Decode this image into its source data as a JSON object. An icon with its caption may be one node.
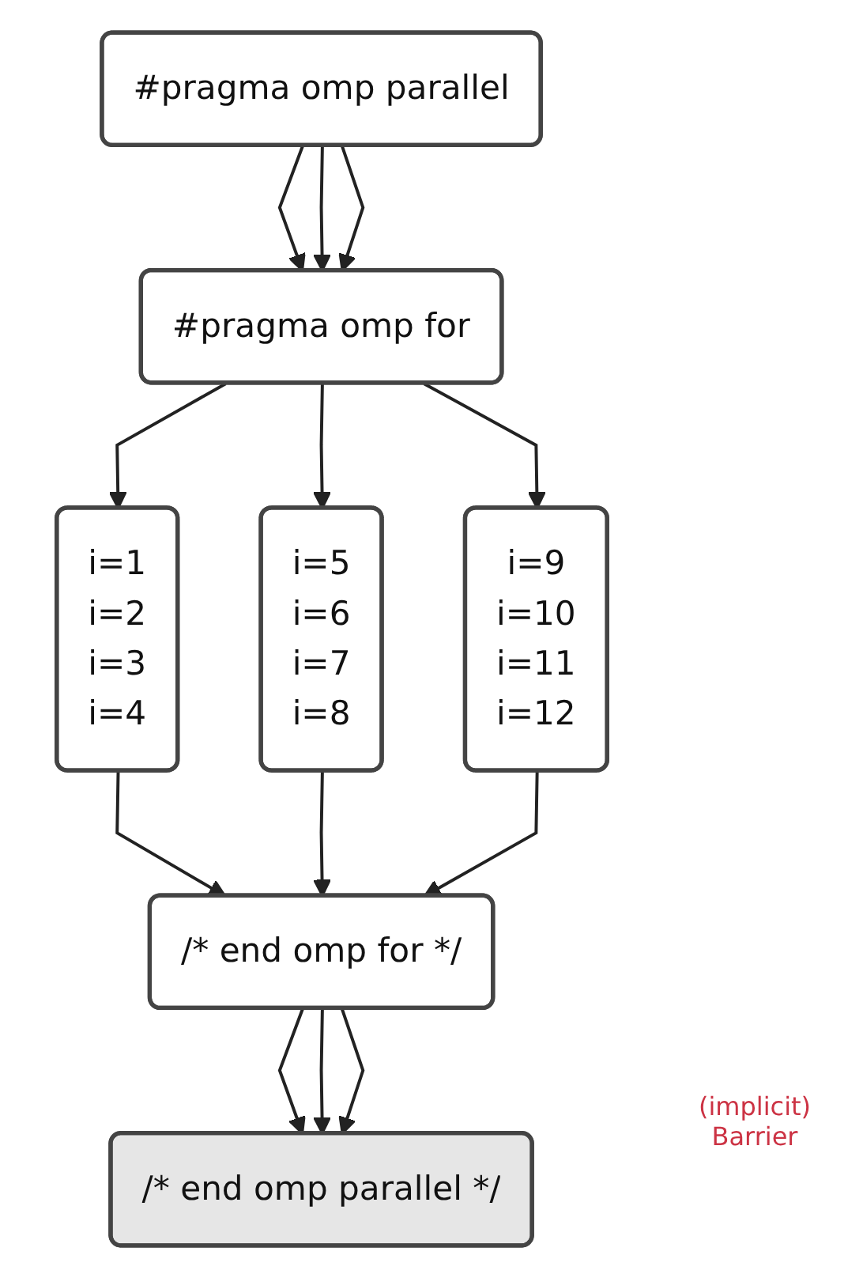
{
  "diagram": {
    "nodes": [
      {
        "text": [
          "#pragma omp parallel"
        ]
      },
      {
        "text": [
          "#pragma omp for"
        ]
      },
      {
        "text": [
          "i=1",
          "i=2",
          "i=3",
          "i=4"
        ]
      },
      {
        "text": [
          "i=5",
          "i=6",
          "i=7",
          "i=8"
        ]
      },
      {
        "text": [
          "i=9",
          "i=10",
          "i=11",
          "i=12"
        ]
      },
      {
        "text": [
          "/* end omp for */"
        ]
      },
      {
        "text": [
          "/* end omp parallel */"
        ]
      }
    ],
    "edges": [
      {
        "from": 0,
        "to": 1,
        "arrow": "to"
      },
      {
        "from": 0,
        "to": 1,
        "arrow": "to"
      },
      {
        "from": 0,
        "to": 1,
        "arrow": "to"
      },
      {
        "from": 1,
        "to": 2,
        "arrow": "to"
      },
      {
        "from": 1,
        "to": 3,
        "arrow": "to"
      },
      {
        "from": 1,
        "to": 4,
        "arrow": "to"
      },
      {
        "from": 2,
        "to": 5,
        "arrow": "to"
      },
      {
        "from": 3,
        "to": 5,
        "arrow": "to"
      },
      {
        "from": 4,
        "to": 5,
        "arrow": "to"
      },
      {
        "from": 5,
        "to": 6,
        "arrow": "to"
      },
      {
        "from": 5,
        "to": 6,
        "arrow": "to"
      },
      {
        "from": 5,
        "to": 6,
        "arrow": "to"
      }
    ],
    "labels": [
      "(implicit) Barrier"
    ]
  }
}
